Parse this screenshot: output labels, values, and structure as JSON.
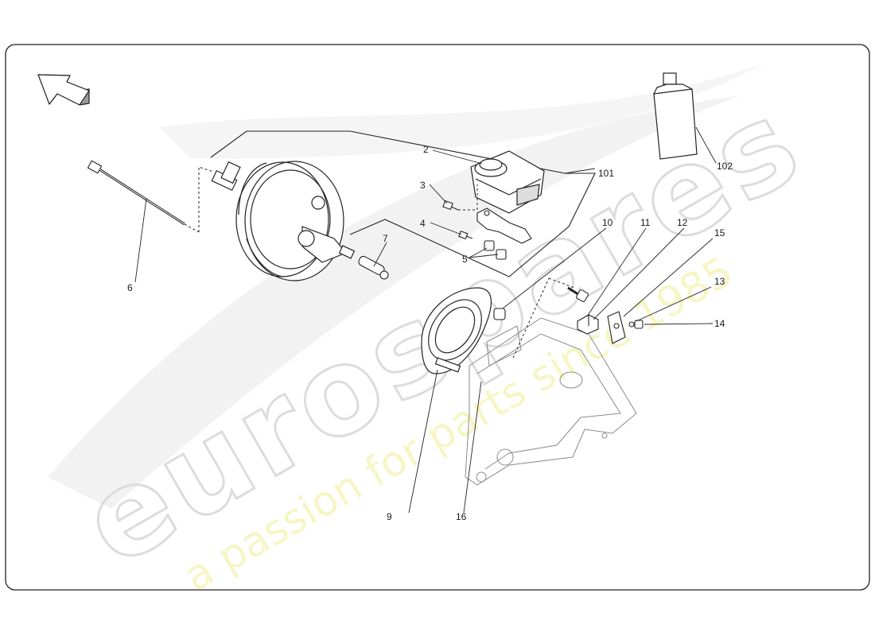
{
  "watermark": {
    "brand": "eurospares",
    "tagline": "a passion for parts since 1985"
  },
  "callouts": {
    "c2": "2",
    "c3": "3",
    "c4": "4",
    "c5": "5",
    "c6": "6",
    "c7": "7",
    "c9": "9",
    "c10": "10",
    "c11": "11",
    "c12": "12",
    "c13": "13",
    "c14": "14",
    "c15": "15",
    "c16": "16",
    "c101": "101",
    "c102": "102"
  },
  "icons": {
    "orientation": "direction-arrow-icon"
  }
}
